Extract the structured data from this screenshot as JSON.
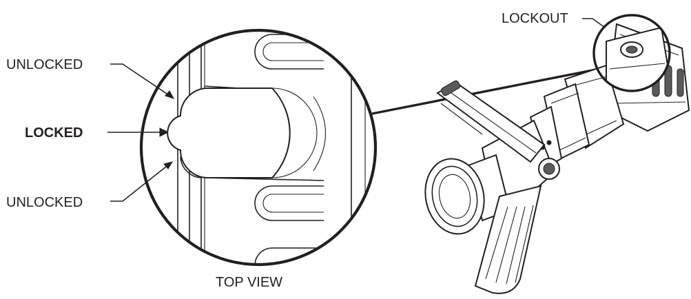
{
  "labels": {
    "unlocked_top": "UNLOCKED",
    "locked": "LOCKED",
    "unlocked_bottom": "UNLOCKED",
    "lockout": "LOCKOUT",
    "top_view": "TOP VIEW"
  },
  "colors": {
    "ink": "#231f20",
    "paper": "#ffffff"
  }
}
